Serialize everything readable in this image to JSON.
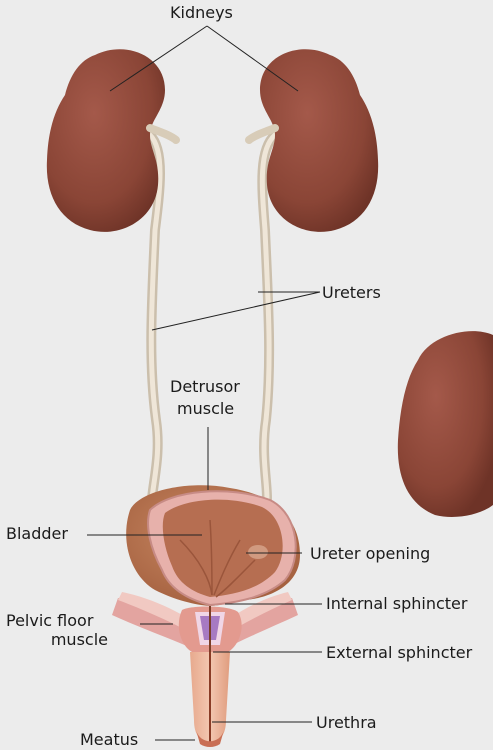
{
  "labels": {
    "kidneys": "Kidneys",
    "ureters": "Ureters",
    "detrusor_line1": "Detrusor",
    "detrusor_line2": "muscle",
    "bladder": "Bladder",
    "ureter_opening": "Ureter opening",
    "pelvic_floor_line1": "Pelvic floor",
    "pelvic_floor_line2": "muscle",
    "internal_sphincter": "Internal sphincter",
    "external_sphincter": "External sphincter",
    "urethra": "Urethra",
    "meatus": "Meatus"
  },
  "colors": {
    "background": "#ececec",
    "kidney": "#8f4a3a",
    "kidney_shadow": "#6e3327",
    "ureter": "#e6dccb",
    "bladder_outer": "#cf8f6e",
    "bladder_wall": "#e2a7a4",
    "bladder_inner": "#b86f52",
    "muscle": "#e3a4a0",
    "sphincter": "#a77ac2",
    "leader_line": "#222222"
  }
}
